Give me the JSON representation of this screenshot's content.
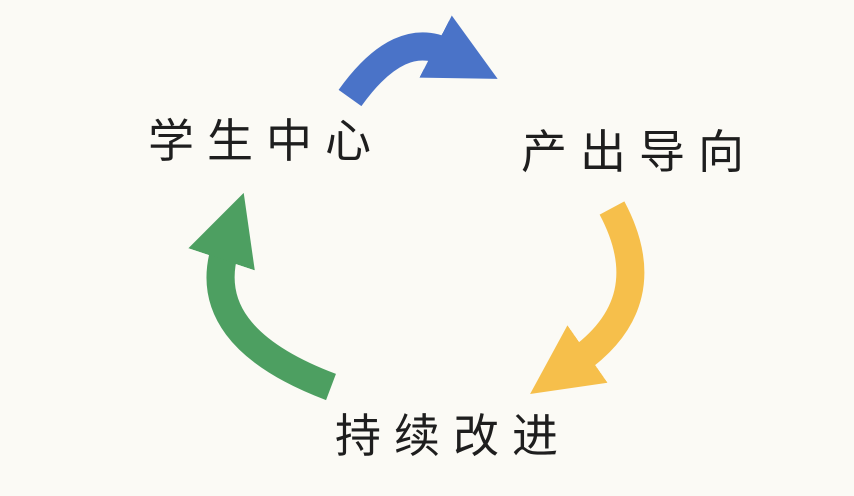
{
  "diagram": {
    "type": "cycle",
    "background_color": "#fbfaf5",
    "text_color": "#1e1e1e",
    "nodes": [
      {
        "id": "student",
        "label": "学生中心",
        "position": "top-left"
      },
      {
        "id": "output",
        "label": "产出导向",
        "position": "top-right"
      },
      {
        "id": "improve",
        "label": "持续改进",
        "position": "bottom-center"
      }
    ],
    "arrows": [
      {
        "id": "top",
        "from": "学生中心",
        "to": "产出导向",
        "color": "#4a73c8",
        "direction": "clockwise"
      },
      {
        "id": "right",
        "from": "产出导向",
        "to": "持续改进",
        "color": "#f6bf4b",
        "direction": "clockwise"
      },
      {
        "id": "left",
        "from": "持续改进",
        "to": "学生中心",
        "color": "#4d9f61",
        "direction": "clockwise"
      }
    ]
  }
}
